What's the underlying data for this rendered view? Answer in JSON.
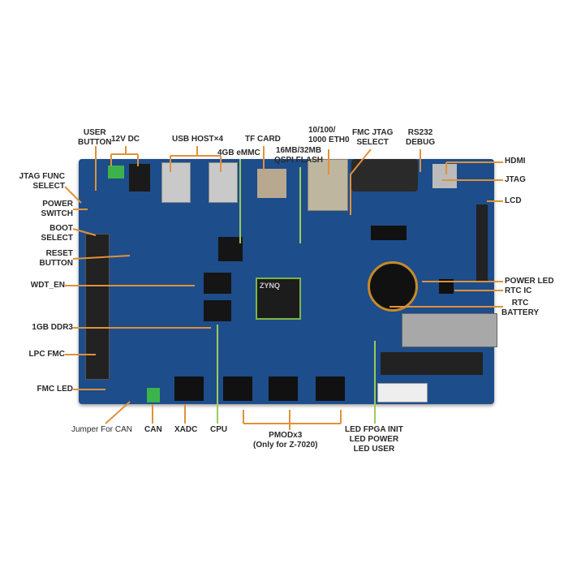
{
  "top_labels": {
    "user_button": [
      "USER",
      "BUTTON"
    ],
    "dc_12v": "12V DC",
    "usb_host": "USB HOST×4",
    "tf_card": "TF CARD",
    "emmc": "4GB eMMC",
    "qspi": [
      "16MB/32MB",
      "QSPI FLASH"
    ],
    "eth": [
      "10/100/",
      "1000  ETH0"
    ],
    "fmc_jtag": [
      "FMC JTAG",
      "SELECT"
    ],
    "rs232": [
      "RS232",
      "DEBUG"
    ]
  },
  "left_labels": {
    "jtag_func": [
      "JTAG FUNC",
      "SELECT"
    ],
    "power_switch": [
      "POWER",
      "SWITCH"
    ],
    "boot_select": [
      "BOOT",
      "SELECT"
    ],
    "reset_button": [
      "RESET",
      "BUTTON"
    ],
    "wdt_en": "WDT_EN",
    "ddr3": "1GB DDR3",
    "lpc_fmc": "LPC FMC",
    "fmc_led": "FMC LED"
  },
  "right_labels": {
    "hdmi": "HDMI",
    "jtag": "JTAG",
    "lcd": "LCD",
    "power_led": "POWER LED",
    "rtc_ic": "RTC IC",
    "rtc_battery": [
      "RTC",
      "BATTERY"
    ]
  },
  "bottom_labels": {
    "jumper_can": "Jumper For CAN",
    "can": "CAN",
    "xadc": "XADC",
    "cpu": "CPU",
    "pmod": [
      "PMODx3",
      "(Only for Z-7020)"
    ],
    "leds": [
      "LED FPGA INIT",
      "LED POWER",
      "LED USER"
    ]
  },
  "chip_text": "ZYNQ",
  "colors": {
    "board": "#1d4d8a",
    "leader_orange": "#e0913a",
    "leader_green": "#9ccc5a"
  }
}
